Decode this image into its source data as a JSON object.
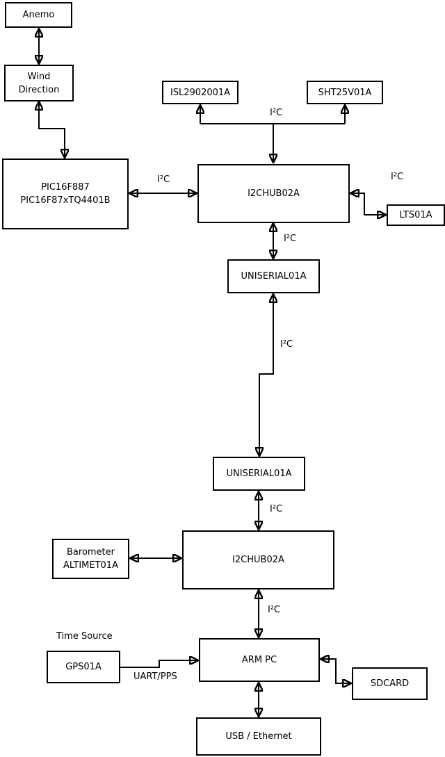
{
  "diagram": {
    "type": "hardware-block-diagram",
    "colors": {
      "line": "#000000",
      "box_fill": "#ffffff",
      "background": "#ffffff",
      "text": "#000000"
    },
    "nodes": {
      "anemo": {
        "lines": [
          "Anemo"
        ]
      },
      "wind_direction": {
        "lines": [
          "Wind",
          "Direction"
        ]
      },
      "pic": {
        "lines": [
          "PIC16F887",
          "PIC16F87xTQ4401B"
        ]
      },
      "isl": {
        "lines": [
          "ISL2902001A"
        ]
      },
      "sht": {
        "lines": [
          "SHT25V01A"
        ]
      },
      "hub1": {
        "lines": [
          "I2CHUB02A"
        ]
      },
      "lts": {
        "lines": [
          "LTS01A"
        ]
      },
      "uniserial1": {
        "lines": [
          "UNISERIAL01A"
        ]
      },
      "uniserial2": {
        "lines": [
          "UNISERIAL01A"
        ]
      },
      "hub2": {
        "lines": [
          "I2CHUB02A"
        ]
      },
      "barometer": {
        "lines": [
          "Barometer",
          "ALTIMET01A"
        ]
      },
      "gps": {
        "lines": [
          "GPS01A"
        ]
      },
      "arm_pc": {
        "lines": [
          "ARM PC"
        ]
      },
      "sdcard": {
        "lines": [
          "SDCARD"
        ]
      },
      "usb_ethernet": {
        "lines": [
          "USB / Ethernet"
        ]
      }
    },
    "edge_labels": {
      "i2c": "I²C",
      "uart_pps": "UART/PPS",
      "time_source": "Time Source"
    },
    "edges": [
      {
        "from": "anemo",
        "to": "wind_direction",
        "style": "bidirectional"
      },
      {
        "from": "wind_direction",
        "to": "pic",
        "style": "bidirectional"
      },
      {
        "from": "pic",
        "to": "hub1",
        "label": "I²C",
        "style": "bidirectional"
      },
      {
        "from": "hub1",
        "to": "isl",
        "label": "I²C",
        "style": "arrow"
      },
      {
        "from": "hub1",
        "to": "sht",
        "label": "I²C",
        "style": "arrow"
      },
      {
        "from": "hub1",
        "to": "lts",
        "label": "I²C",
        "style": "bidirectional"
      },
      {
        "from": "hub1",
        "to": "uniserial1",
        "label": "I²C",
        "style": "bidirectional"
      },
      {
        "from": "uniserial1",
        "to": "uniserial2",
        "label": "I²C",
        "style": "bidirectional"
      },
      {
        "from": "uniserial2",
        "to": "hub2",
        "label": "I²C",
        "style": "bidirectional"
      },
      {
        "from": "barometer",
        "to": "hub2",
        "label": "I²C",
        "style": "bidirectional"
      },
      {
        "from": "hub2",
        "to": "arm_pc",
        "label": "I²C",
        "style": "bidirectional"
      },
      {
        "from": "gps",
        "to": "arm_pc",
        "label": "UART/PPS",
        "style": "arrow",
        "note": "Time Source"
      },
      {
        "from": "arm_pc",
        "to": "sdcard",
        "style": "bidirectional"
      },
      {
        "from": "arm_pc",
        "to": "usb_ethernet",
        "style": "bidirectional"
      }
    ]
  }
}
